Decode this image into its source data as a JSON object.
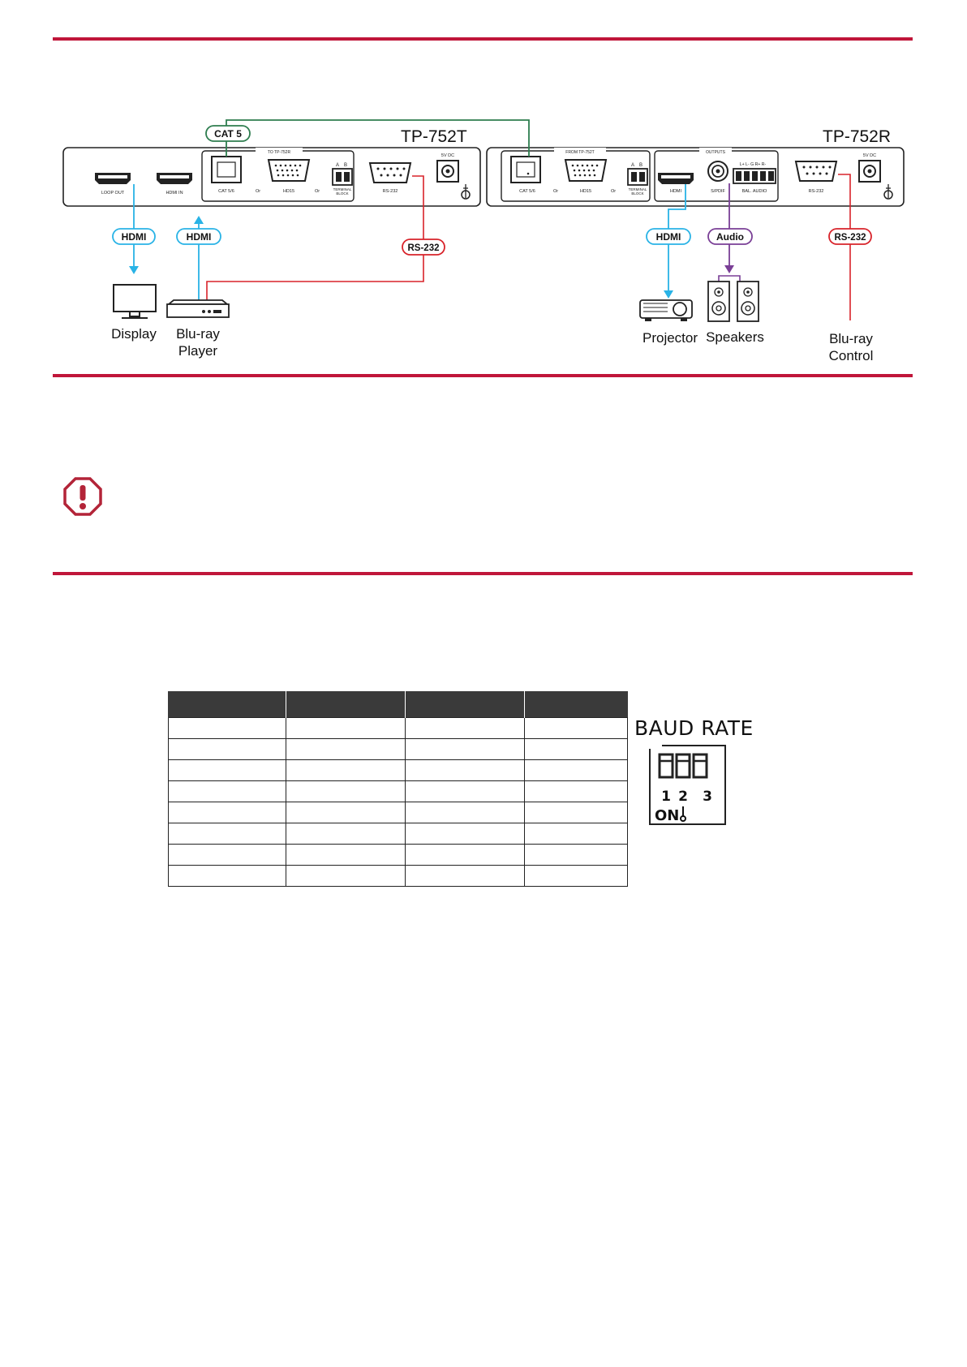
{
  "tx": {
    "model": "TP-752T",
    "ports": {
      "loop_out": "LOOP OUT",
      "hdmi_in": "HDMI IN",
      "group_label": "TO TP-752R",
      "cat": "CAT 5/6",
      "or1": "Or",
      "hd15": "HD15",
      "or2": "Or",
      "tb_a": "A",
      "tb_b": "B",
      "terminal": "TERMINAL",
      "block": "BLOCK",
      "rs232": "RS-232",
      "power": "5V DC"
    }
  },
  "rx": {
    "model": "TP-752R",
    "ports": {
      "group_label": "FROM TP-752T",
      "cat": "CAT 5/6",
      "or1": "Or",
      "hd15": "HD15",
      "or2": "Or",
      "tb_a": "A",
      "tb_b": "B",
      "terminal": "TERMINAL",
      "block": "BLOCK",
      "outputs": "OUTPUTS",
      "hdmi": "HDMI",
      "spdif": "S/PDIF",
      "audio_pins": "L+  L-  G  R+  R-",
      "bal_audio": "BAL. AUDIO",
      "rs232": "RS-232",
      "power": "5V DC"
    }
  },
  "cables": {
    "cat5": "CAT 5",
    "hdmi_display": "HDMI",
    "hdmi_bluray": "HDMI",
    "rs232_tx": "RS-232",
    "hdmi_projector": "HDMI",
    "audio": "Audio",
    "rs232_rx": "RS-232"
  },
  "devices": {
    "display": "Display",
    "bluray_1": "Blu-ray",
    "bluray_2": "Player",
    "projector": "Projector",
    "speakers": "Speakers",
    "control_1": "Blu-ray",
    "control_2": "Control"
  },
  "colors": {
    "accent_rule": "#c0163a",
    "cat": "#2e7d4f",
    "hdmi": "#29b3e6",
    "rs232": "#d8232a",
    "audio": "#7a3f96"
  },
  "baud_title": "BAUD RATE",
  "dip": {
    "numbers": [
      "1",
      "2",
      "3"
    ],
    "on_label": "ON"
  }
}
